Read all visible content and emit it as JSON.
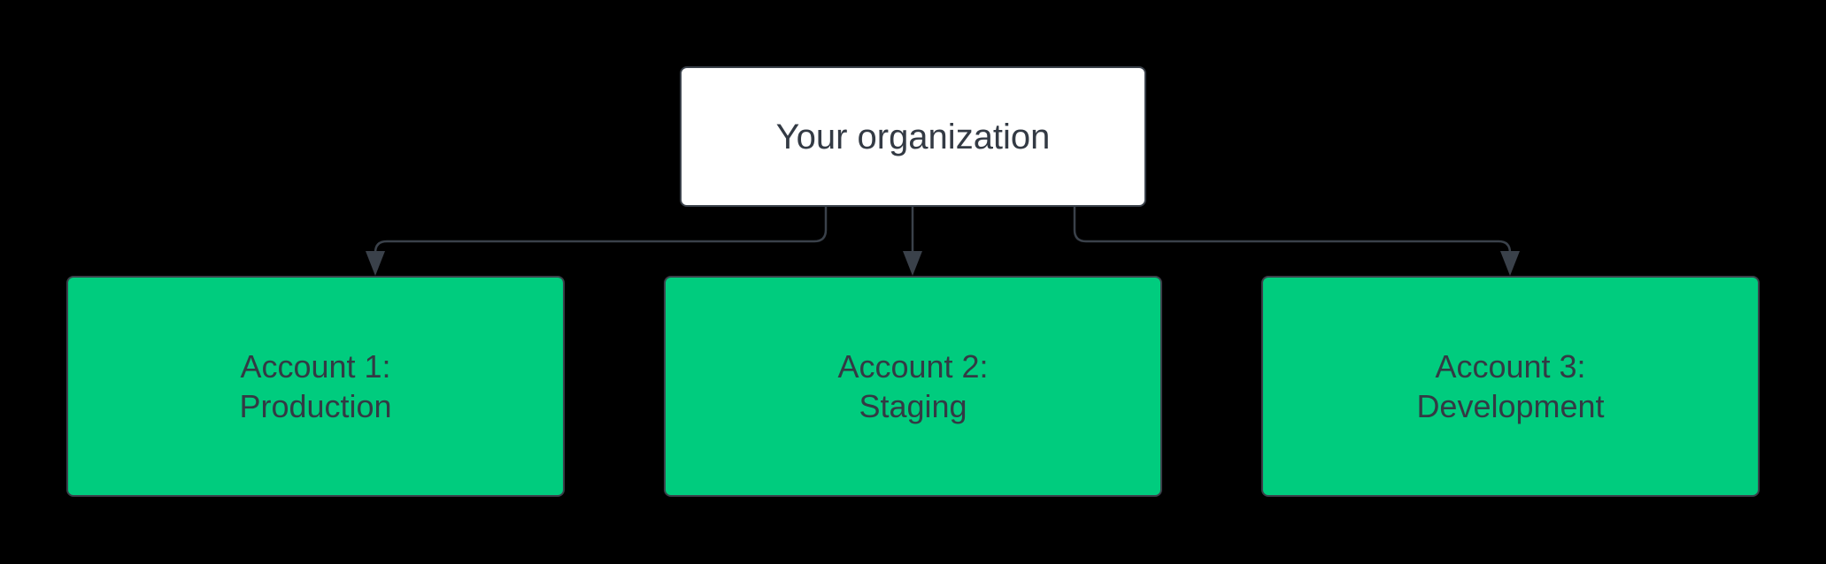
{
  "diagram": {
    "root": {
      "label": "Your organization"
    },
    "accounts": [
      {
        "line1": "Account 1:",
        "line2": "Production"
      },
      {
        "line1": "Account 2:",
        "line2": "Staging"
      },
      {
        "line1": "Account 3:",
        "line2": "Development"
      }
    ],
    "colors": {
      "background": "#000000",
      "root_fill": "#ffffff",
      "account_fill": "#00cc7e",
      "stroke": "#3a414a",
      "text": "#333a44"
    }
  }
}
